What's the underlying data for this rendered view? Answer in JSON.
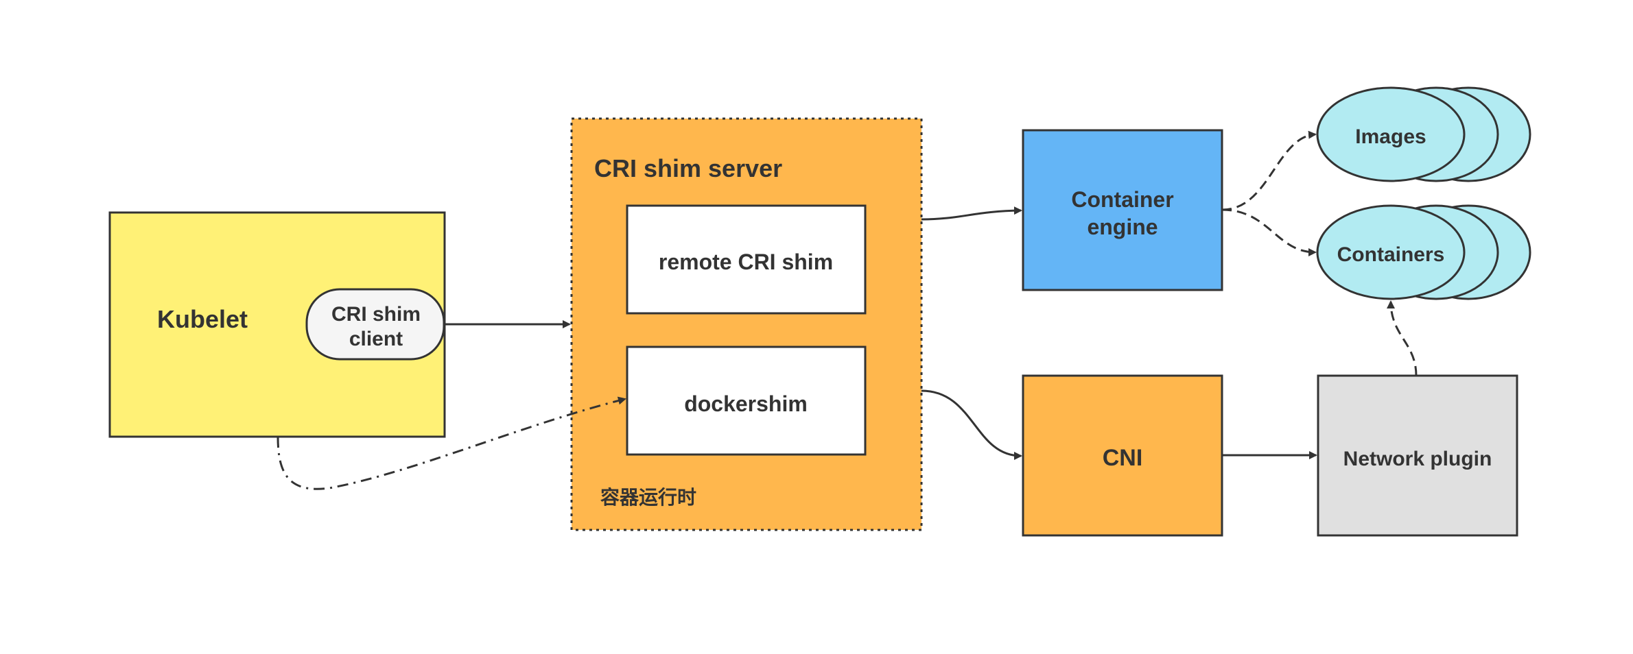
{
  "diagram": {
    "kubelet": {
      "label": "Kubelet",
      "color": "#FFF176"
    },
    "cri_client": {
      "line1": "CRI shim",
      "line2": "client",
      "color": "#F5F5F5"
    },
    "cri_server": {
      "title": "CRI shim server",
      "footer": "容器运行时",
      "color": "#FFB74D"
    },
    "remote_shim": {
      "label": "remote CRI shim"
    },
    "dockershim": {
      "label": "dockershim"
    },
    "container_engine": {
      "line1": "Container",
      "line2": "engine",
      "color": "#64B5F6"
    },
    "cni": {
      "label": "CNI",
      "color": "#FFB74D"
    },
    "network_plugin": {
      "label": "Network plugin",
      "color": "#E0E0E0"
    },
    "images": {
      "label": "Images",
      "color": "#B2EBF2"
    },
    "containers": {
      "label": "Containers",
      "color": "#B2EBF2"
    },
    "stroke_color": "#333333"
  }
}
